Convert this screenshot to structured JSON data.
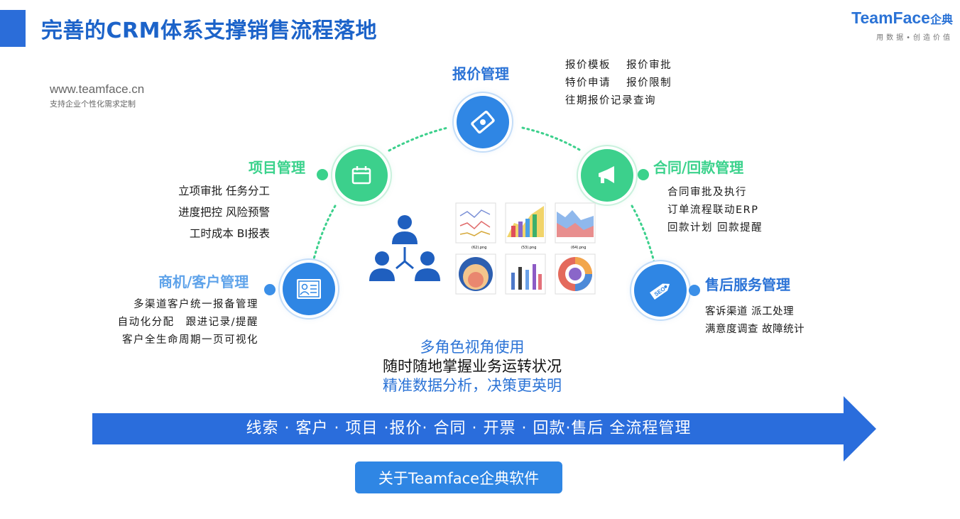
{
  "header": {
    "title": "完善的CRM体系支撑销售流程落地",
    "brand_name": "TeamFace",
    "brand_suffix": "企典",
    "brand_slogan": "用数据•创造价值"
  },
  "site": {
    "url": "www.teamface.cn",
    "subtitle": "支持企业个性化需求定制"
  },
  "modules": {
    "quote": {
      "title": "报价管理",
      "lines": [
        "报价模板　 报价审批",
        "特价申请　 报价限制",
        "往期报价记录查询"
      ],
      "icon": "price-tag-icon"
    },
    "project": {
      "title": "项目管理",
      "lines": [
        "立项审批 任务分工",
        "进度把控 风险预警",
        "工时成本 BI报表"
      ],
      "icon": "calendar-icon"
    },
    "contract": {
      "title": "合同/回款管理",
      "lines": [
        "合同审批及执行",
        "订单流程联动ERP",
        "回款计划 回款提醒"
      ],
      "icon": "megaphone-icon"
    },
    "opportunity": {
      "title": "商机/客户管理",
      "lines": [
        "多渠道客户统一报备管理",
        "自动化分配　跟进记录/提醒",
        "客户全生命周期一页可视化"
      ],
      "icon": "contact-card-icon"
    },
    "aftersales": {
      "title": "售后服务管理",
      "lines": [
        "客诉渠道 派工处理",
        "满意度调查 故障统计"
      ],
      "icon": "seo-tag-icon"
    }
  },
  "center": {
    "line1": "多角色视角使用",
    "line2": "随时随地掌握业务运转状况",
    "line3": "精准数据分析，决策更英明",
    "thumb_labels": [
      "(62).png",
      "(53).png",
      "(64).png"
    ]
  },
  "flow": {
    "text": "线索 · 客户 · 项目 ·报价· 合同 · 开票 · 回款·售后 全流程管理"
  },
  "about_button": "关于Teamface企典软件",
  "colors": {
    "primary_blue": "#2b73d6",
    "green": "#3cd08c",
    "light_blue": "#5fa3ea",
    "arrow_blue": "#2a6ddc"
  }
}
